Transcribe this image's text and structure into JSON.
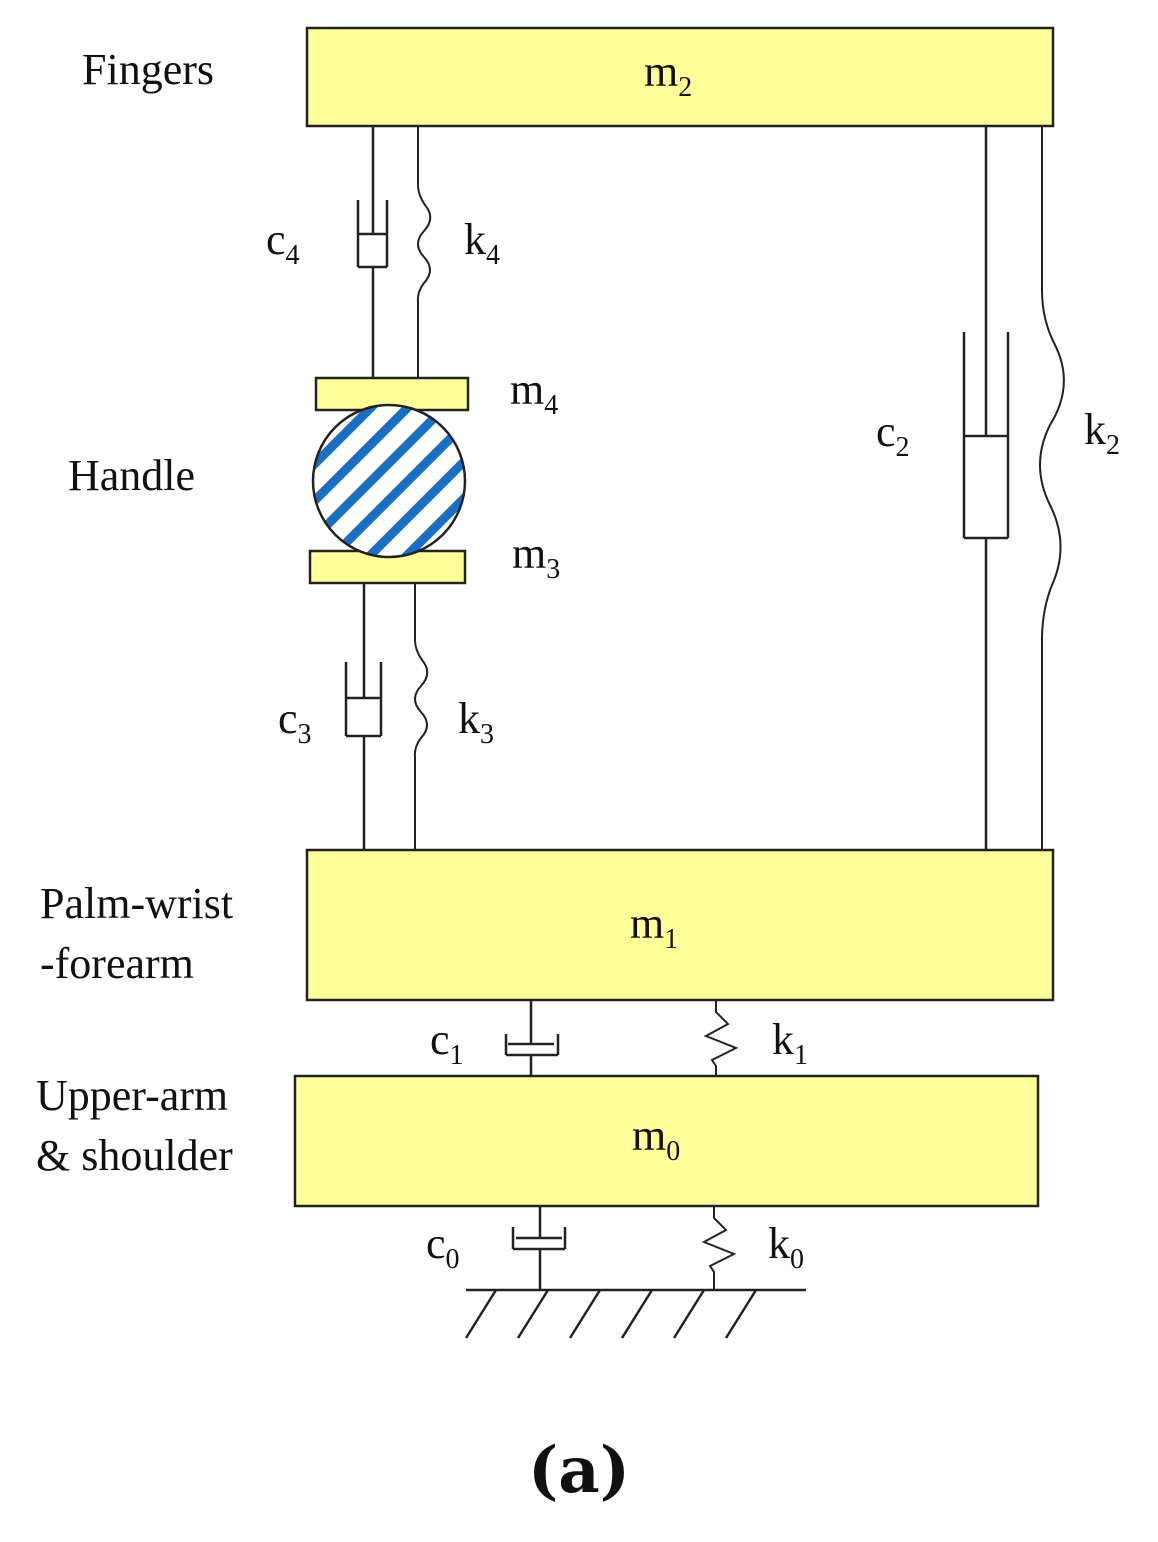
{
  "body_parts": {
    "fingers": "Fingers",
    "handle": "Handle",
    "palm_line1": "Palm-wrist",
    "palm_line2": "-forearm",
    "upper_line1": "Upper-arm",
    "upper_line2": "& shoulder"
  },
  "masses": {
    "m2": {
      "symbol": "m",
      "subscript": "2"
    },
    "m4": {
      "symbol": "m",
      "subscript": "4"
    },
    "m3": {
      "symbol": "m",
      "subscript": "3"
    },
    "m1": {
      "symbol": "m",
      "subscript": "1"
    },
    "m0": {
      "symbol": "m",
      "subscript": "0"
    }
  },
  "dampers": {
    "c4": {
      "symbol": "c",
      "subscript": "4"
    },
    "c3": {
      "symbol": "c",
      "subscript": "3"
    },
    "c2": {
      "symbol": "c",
      "subscript": "2"
    },
    "c1": {
      "symbol": "c",
      "subscript": "1"
    },
    "c0": {
      "symbol": "c",
      "subscript": "0"
    }
  },
  "springs": {
    "k4": {
      "symbol": "k",
      "subscript": "4"
    },
    "k3": {
      "symbol": "k",
      "subscript": "3"
    },
    "k2": {
      "symbol": "k",
      "subscript": "2"
    },
    "k1": {
      "symbol": "k",
      "subscript": "1"
    },
    "k0": {
      "symbol": "k",
      "subscript": "0"
    }
  },
  "caption": "(a)",
  "colors": {
    "mass_fill": "#ffff99",
    "handle_hatch": "#1a6fc4",
    "line": "#222222"
  }
}
